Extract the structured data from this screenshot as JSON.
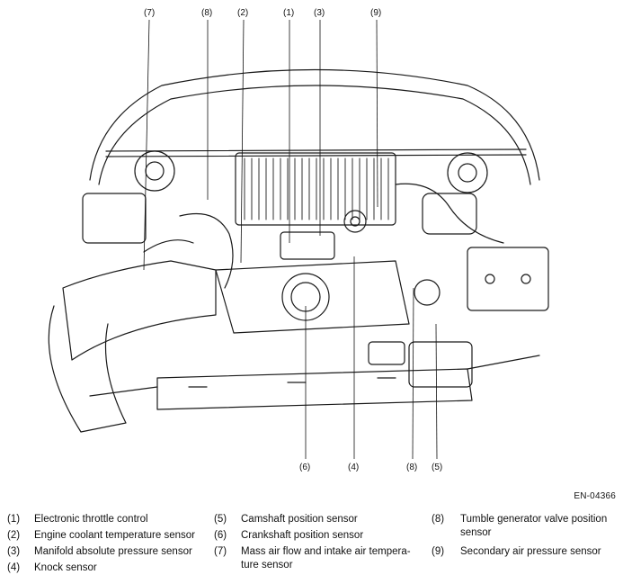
{
  "figure_id": "EN-04366",
  "callouts": {
    "c7": "(7)",
    "c8a": "(8)",
    "c2": "(2)",
    "c1": "(1)",
    "c3": "(3)",
    "c9": "(9)",
    "c6": "(6)",
    "c4": "(4)",
    "c8b": "(8)",
    "c5": "(5)"
  },
  "legend": [
    {
      "num": "(1)",
      "text": "Electronic throttle control"
    },
    {
      "num": "(2)",
      "text": "Engine coolant temperature sensor"
    },
    {
      "num": "(3)",
      "text": "Manifold absolute pressure sensor"
    },
    {
      "num": "(4)",
      "text": "Knock sensor"
    },
    {
      "num": "(5)",
      "text": "Camshaft position sensor"
    },
    {
      "num": "(6)",
      "text": "Crankshaft position sensor"
    },
    {
      "num": "(7)",
      "text": "Mass air flow and intake air tempera-\nture sensor"
    },
    {
      "num": "(8)",
      "text": "Tumble generator valve position\nsensor"
    },
    {
      "num": "(9)",
      "text": "Secondary air pressure sensor"
    }
  ]
}
